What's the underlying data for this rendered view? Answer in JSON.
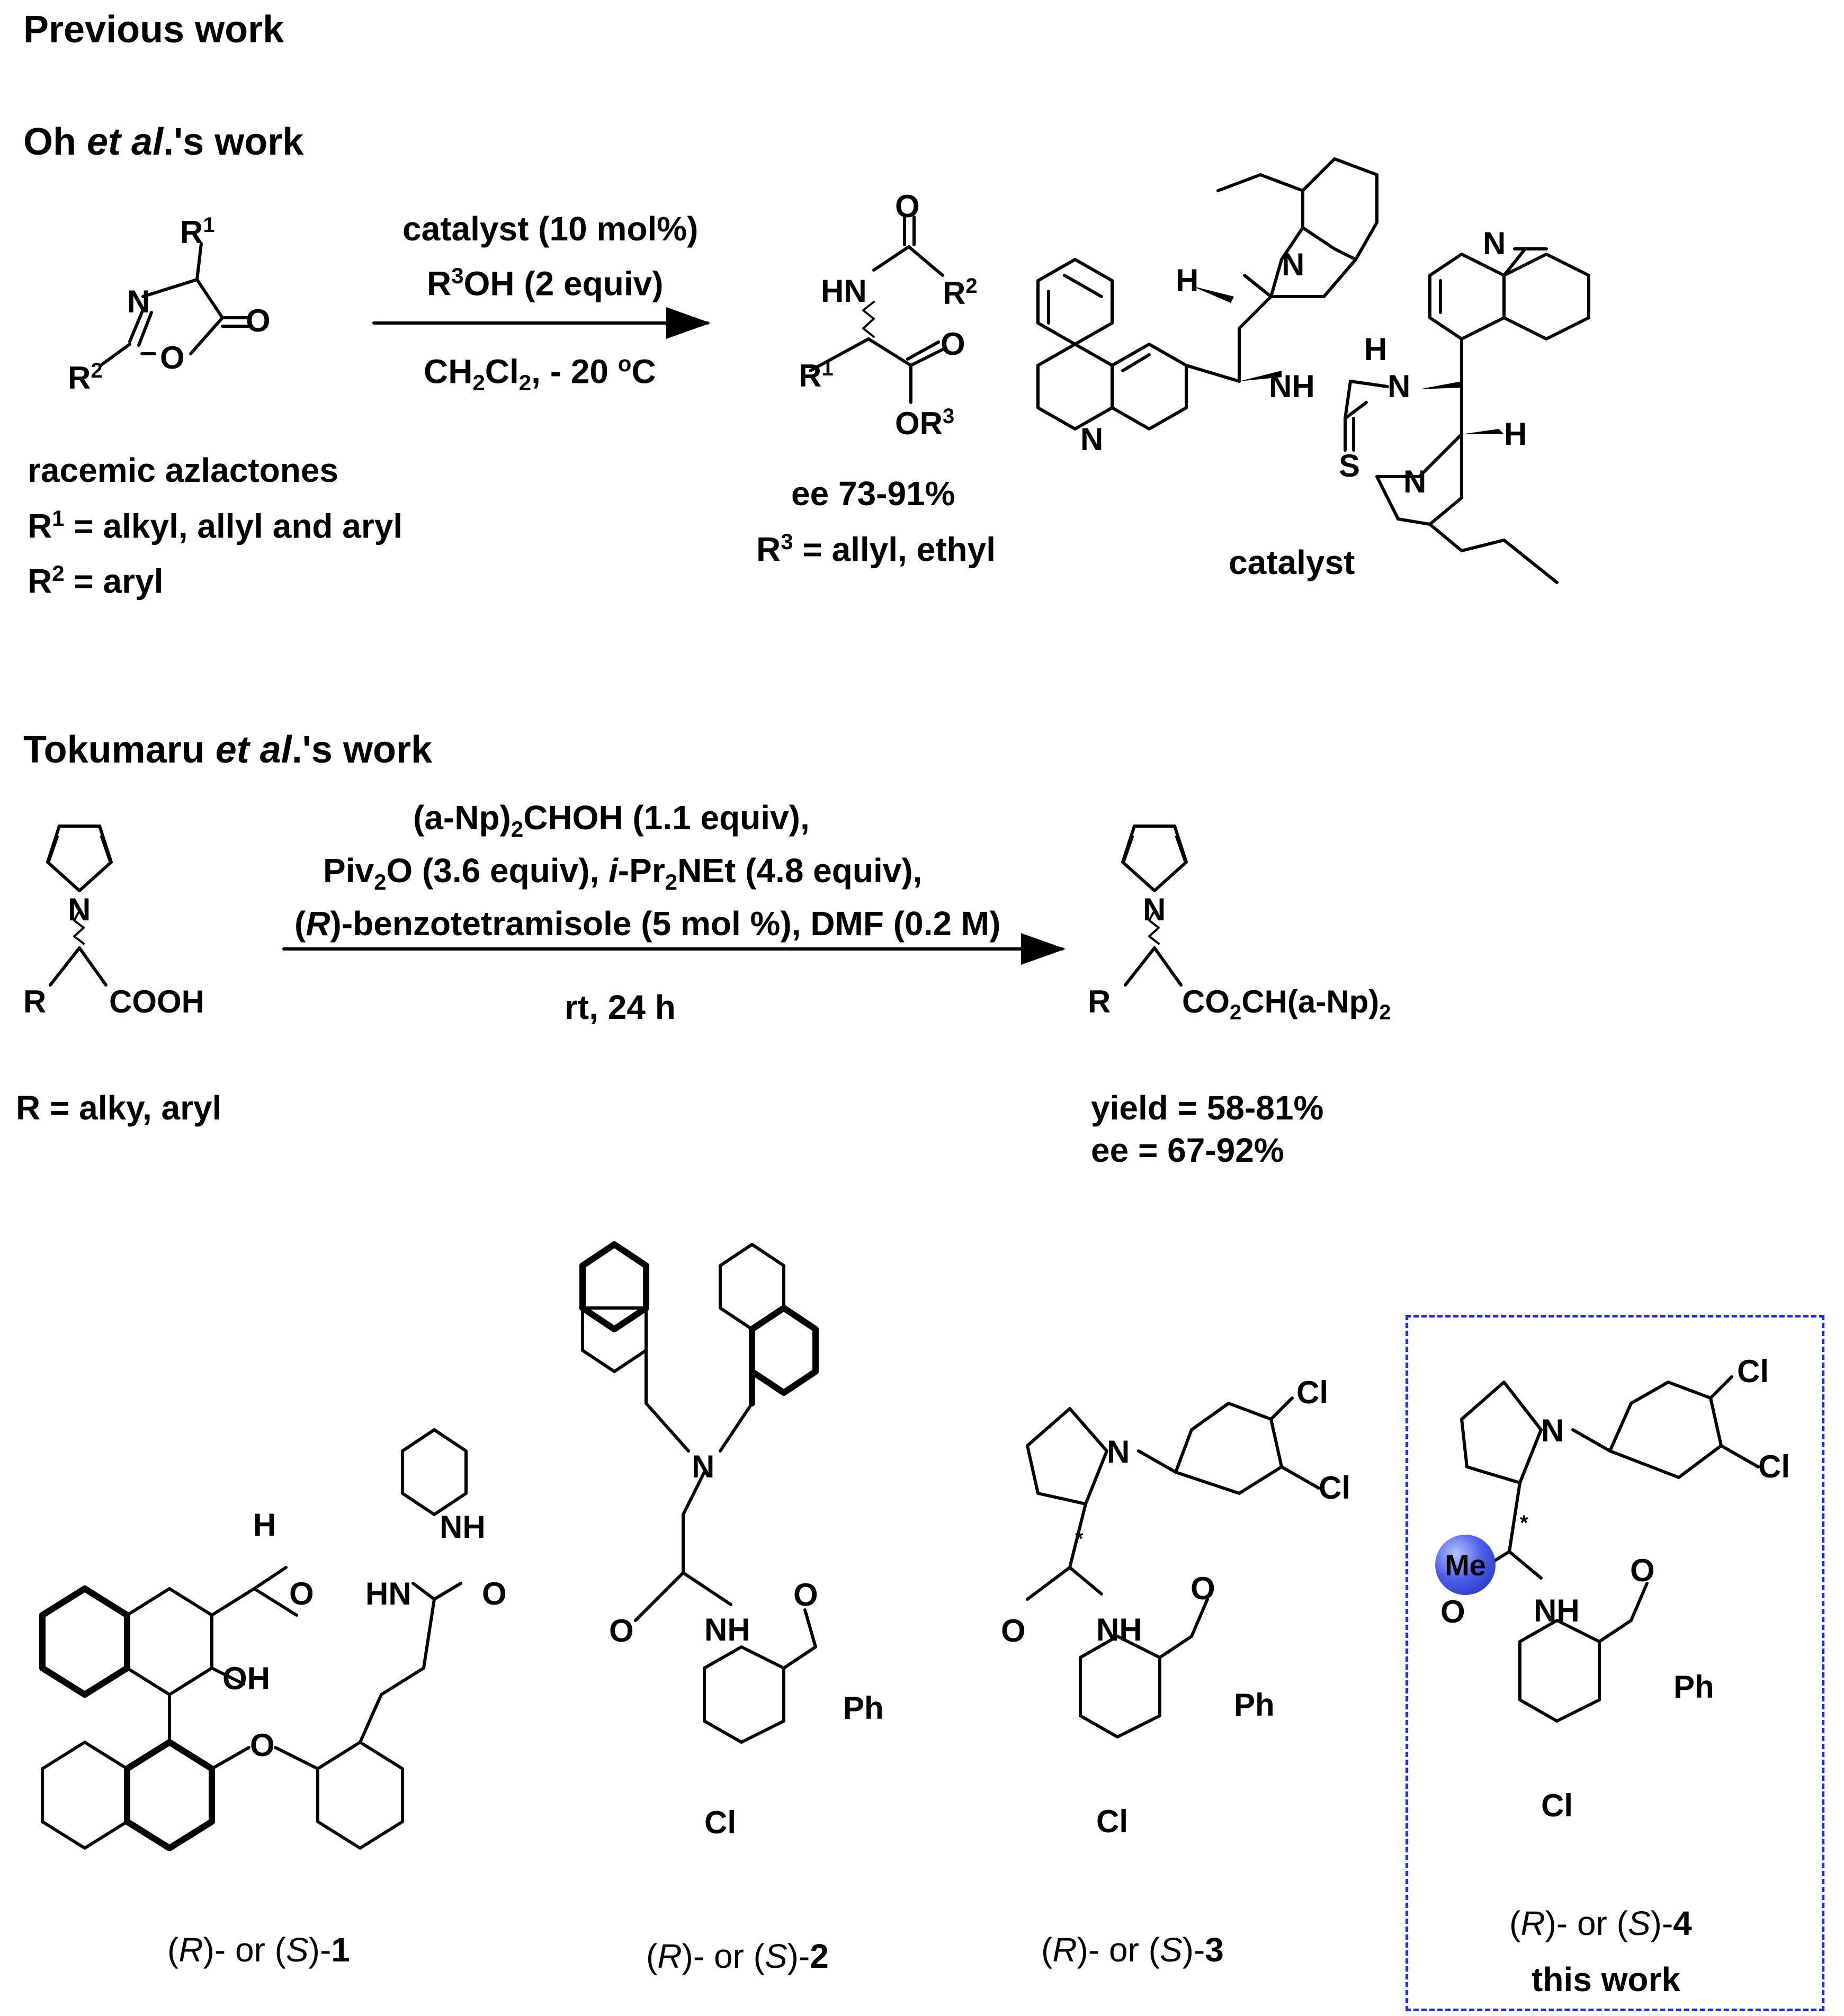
{
  "headings": {
    "previous_work": "Previous work",
    "oh_pre": "Oh ",
    "oh_em": "et al",
    "oh_post": ".'s work",
    "tok_pre": "Tokumaru ",
    "tok_em": "et al",
    "tok_post": ".'s work"
  },
  "oh_scheme": {
    "reactant_atoms": {
      "r1": "R",
      "r1_sup": "1",
      "n": "N",
      "o_ring": "O",
      "o_carbonyl": "O",
      "r2": "R",
      "r2_sup": "2"
    },
    "conditions": {
      "line1": "catalyst (10 mol%)",
      "line2_pre": "R",
      "line2_sup": "3",
      "line2_post": "OH (2 equiv)",
      "line3_pre": "CH",
      "line3_sub1": "2",
      "line3_mid": "Cl",
      "line3_sub2": "2",
      "line3_post": ", - 20 ",
      "line3_sup": "o",
      "line3_end": "C"
    },
    "product_atoms": {
      "o_top": "O",
      "hn": "HN",
      "r2": "R",
      "r2_sup": "2",
      "o_ester": "O",
      "r1": "R",
      "r1_sup": "1",
      "or3": "OR",
      "or3_sup": "3"
    },
    "reactant_notes": {
      "line1": "racemic azlactones",
      "line2_pre": "R",
      "line2_sup": "1",
      "line2_post": " = alkyl, allyl and aryl",
      "line3_pre": "R",
      "line3_sup": "2",
      "line3_post": " = aryl"
    },
    "product_notes": {
      "line1": "ee 73-91%",
      "line2_pre": "R",
      "line2_sup": "3",
      "line2_post": " = allyl, ethyl"
    },
    "catalyst_atoms": {
      "h1": "H",
      "n_quin1": "N",
      "n_bridge1": "N",
      "nh": "NH",
      "h_thio": "H",
      "n_thio": "N",
      "s": "S",
      "n_quin2": "N",
      "h2": "H",
      "n_bridge2": "N"
    },
    "catalyst_label": "catalyst"
  },
  "tokumaru_scheme": {
    "reactant_atoms": {
      "n": "N",
      "r": "R",
      "cooh": "COOH"
    },
    "conditions": {
      "line1_pre": "(a-Np)",
      "line1_sub": "2",
      "line1_post": "CHOH  (1.1 equiv),",
      "line2_pre": "Piv",
      "line2_sub": "2",
      "line2_mid": "O (3.6 equiv),   ",
      "line2_em": "i",
      "line2_mid2": "-Pr",
      "line2_sub2": "2",
      "line2_post": "NEt  (4.8 equiv),",
      "line3_pre": "(",
      "line3_em": "R",
      "line3_post": ")-benzotetramisole (5 mol %), DMF (0.2 M)",
      "line4": "rt, 24 h"
    },
    "product_atoms": {
      "n": "N",
      "r": "R",
      "ester_pre": "CO",
      "ester_sub": "2",
      "ester_mid": "CH(a-Np)",
      "ester_sub2": "2"
    },
    "reactant_note": "R = alky, aryl",
    "product_notes": {
      "line1": "yield = 58-81%",
      "line2": "ee = 67-92%"
    }
  },
  "compounds": [
    {
      "id": "1",
      "pre": "(",
      "em1": "R",
      "mid": ")- or (",
      "em2": "S",
      "post": ")-",
      "num": "1",
      "atoms": {
        "h": "H",
        "o_ald": "O",
        "oh": "OH",
        "nh": "NH",
        "hn": "HN",
        "o_urea": "O",
        "o_ether": "O"
      }
    },
    {
      "id": "2",
      "pre": "(",
      "em1": "R",
      "mid": ")- or (",
      "em2": "S",
      "post": ")-",
      "num": "2",
      "atoms": {
        "n": "N",
        "o": "O",
        "nh": "NH",
        "o_ketone": "O",
        "ph": "Ph",
        "cl": "Cl"
      }
    },
    {
      "id": "3",
      "pre": "(",
      "em1": "R",
      "mid": ")- or (",
      "em2": "S",
      "post": ")-",
      "num": "3",
      "atoms": {
        "cl1": "Cl",
        "cl2": "Cl",
        "n": "N",
        "star": "*",
        "o": "O",
        "nh": "NH",
        "o_ketone": "O",
        "ph": "Ph",
        "cl3": "Cl"
      }
    },
    {
      "id": "4",
      "pre": "(",
      "em1": "R",
      "mid": ")- or (",
      "em2": "S",
      "post": ")-",
      "num": "4",
      "note": "this work",
      "atoms": {
        "cl1": "Cl",
        "cl2": "Cl",
        "n": "N",
        "star": "*",
        "me": "Me",
        "o": "O",
        "nh": "NH",
        "o_ketone": "O",
        "ph": "Ph",
        "cl3": "Cl"
      }
    }
  ],
  "colors": {
    "highlight_box": "#1f2fd9",
    "me_ball": "#4d5fe8"
  }
}
